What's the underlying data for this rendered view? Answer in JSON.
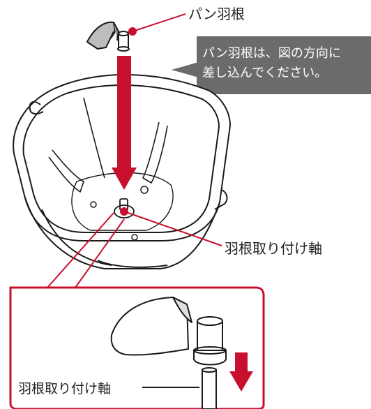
{
  "labels": {
    "pan_blade": "パン羽根",
    "blade_shaft": "羽根取り付け軸",
    "blade_shaft_detail": "羽根取り付け軸"
  },
  "callout": {
    "line1": "パン羽根は、図の方向に",
    "line2": "差し込んでください。"
  },
  "colors": {
    "accent_red": "#c8102e",
    "callout_bg": "#6b6b6b",
    "line": "#1a1a1a"
  }
}
